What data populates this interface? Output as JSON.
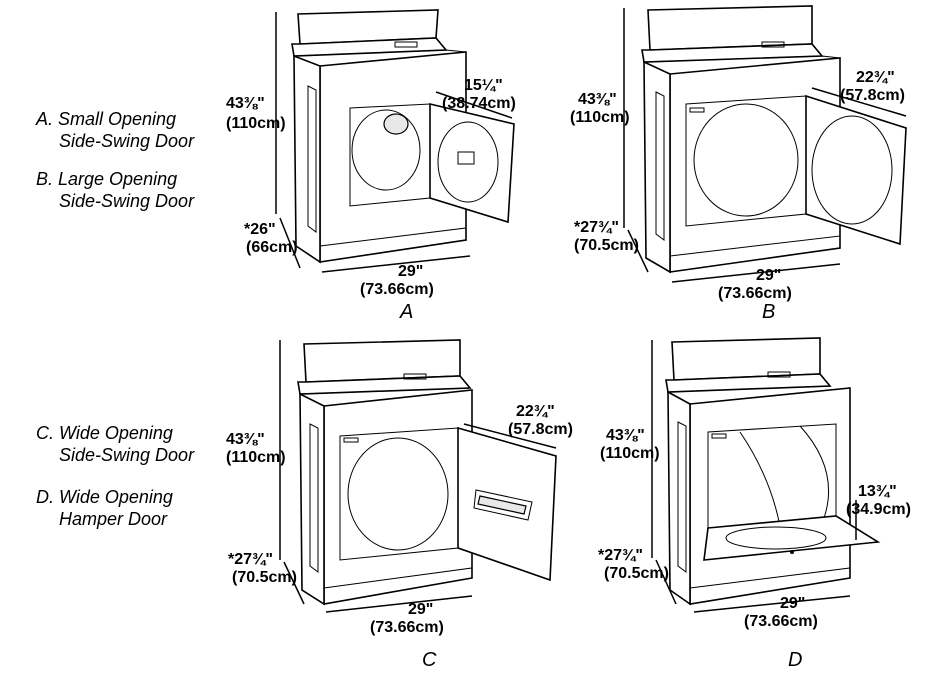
{
  "legend": {
    "a": {
      "line1": "A. Small Opening",
      "line2": "Side-Swing Door"
    },
    "b": {
      "line1": "B. Large Opening",
      "line2": "Side-Swing Door"
    },
    "c": {
      "line1": "C. Wide Opening",
      "line2": "Side-Swing Door"
    },
    "d": {
      "line1": "D. Wide Opening",
      "line2": "Hamper Door"
    }
  },
  "figures": {
    "a": {
      "caption": "A",
      "height_in": "43⅜\"",
      "height_cm": "(110cm)",
      "depth_in": "*26\"",
      "depth_cm": "(66cm)",
      "width_in": "29\"",
      "width_cm": "(73.66cm)",
      "door_in": "15¼\"",
      "door_cm": "(38.74cm)"
    },
    "b": {
      "caption": "B",
      "height_in": "43⅜\"",
      "height_cm": "(110cm)",
      "depth_in": "*27¾\"",
      "depth_cm": "(70.5cm)",
      "width_in": "29\"",
      "width_cm": "(73.66cm)",
      "door_in": "22¾\"",
      "door_cm": "(57.8cm)"
    },
    "c": {
      "caption": "C",
      "height_in": "43⅜\"",
      "height_cm": "(110cm)",
      "depth_in": "*27¾\"",
      "depth_cm": "(70.5cm)",
      "width_in": "29\"",
      "width_cm": "(73.66cm)",
      "door_in": "22¾\"",
      "door_cm": "(57.8cm)"
    },
    "d": {
      "caption": "D",
      "height_in": "43⅜\"",
      "height_cm": "(110cm)",
      "depth_in": "*27¾\"",
      "depth_cm": "(70.5cm)",
      "width_in": "29\"",
      "width_cm": "(73.66cm)",
      "door_in": "13¾\"",
      "door_cm": "(34.9cm)"
    }
  }
}
